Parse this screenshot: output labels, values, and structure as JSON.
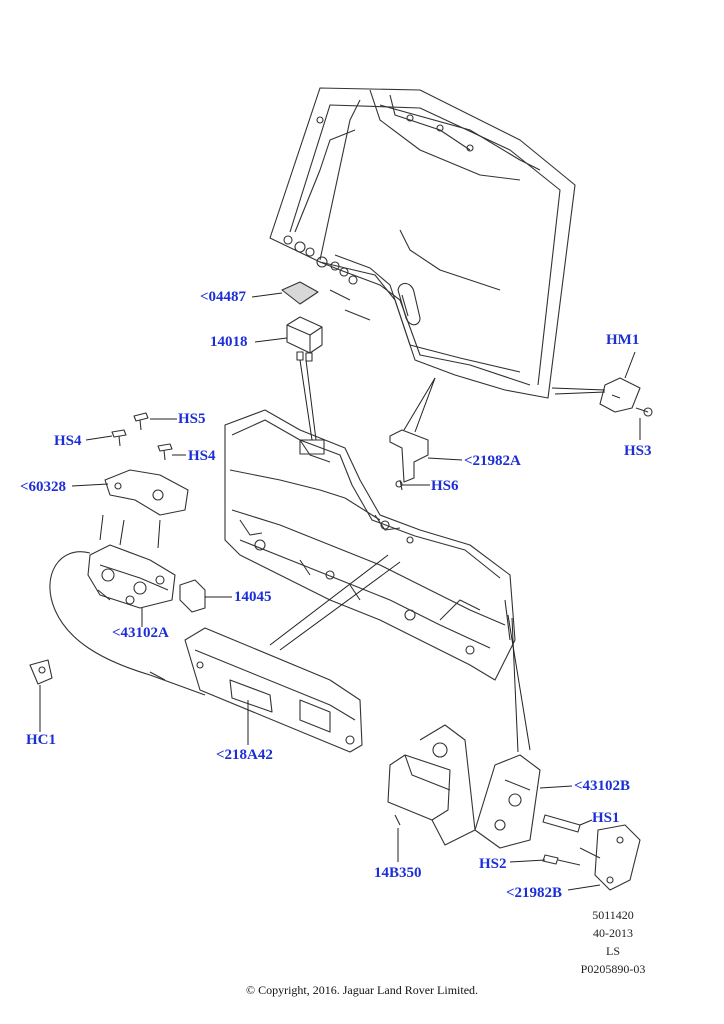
{
  "diagram": {
    "callouts": [
      {
        "id": "c-04487",
        "label": "<04487"
      },
      {
        "id": "c-14018",
        "label": "14018"
      },
      {
        "id": "c-hm1",
        "label": "HM1"
      },
      {
        "id": "c-hs3",
        "label": "HS3"
      },
      {
        "id": "c-hs5",
        "label": "HS5"
      },
      {
        "id": "c-hs4a",
        "label": "HS4"
      },
      {
        "id": "c-hs4b",
        "label": "HS4"
      },
      {
        "id": "c-60328",
        "label": "<60328"
      },
      {
        "id": "c-21982a",
        "label": "<21982A"
      },
      {
        "id": "c-hs6",
        "label": "HS6"
      },
      {
        "id": "c-14045",
        "label": "14045"
      },
      {
        "id": "c-43102a",
        "label": "<43102A"
      },
      {
        "id": "c-hc1",
        "label": "HC1"
      },
      {
        "id": "c-218a42",
        "label": "<218A42"
      },
      {
        "id": "c-43102b",
        "label": "<43102B"
      },
      {
        "id": "c-hs1",
        "label": "HS1"
      },
      {
        "id": "c-hs2",
        "label": "HS2"
      },
      {
        "id": "c-21982b",
        "label": "<21982B"
      },
      {
        "id": "c-14b350",
        "label": "14B350"
      }
    ],
    "reference": {
      "line1": "5011420",
      "line2": "40-2013",
      "line3": "LS",
      "line4": "P0205890-03"
    },
    "copyright": "© Copyright, 2016. Jaguar Land Rover Limited.",
    "colors": {
      "callout": "#1c2ed6",
      "line": "#222222",
      "part_fill": "#ffffff",
      "part_stroke": "#333333"
    }
  }
}
